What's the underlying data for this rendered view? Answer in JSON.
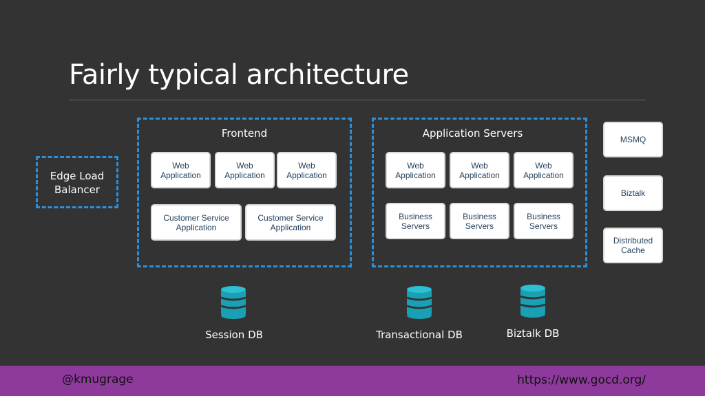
{
  "title": "Fairly typical architecture",
  "edge": {
    "label": "Edge Load\nBalancer"
  },
  "frontend": {
    "label": "Frontend",
    "web_apps": [
      "Web\nApplication",
      "Web\nApplication",
      "Web\nApplication"
    ],
    "customer_apps": [
      "Customer Service\nApplication",
      "Customer Service\nApplication"
    ]
  },
  "app_servers": {
    "label": "Application Servers",
    "web_apps": [
      "Web\nApplication",
      "Web\nApplication",
      "Web\nApplication"
    ],
    "business_servers": [
      "Business\nServers",
      "Business\nServers",
      "Business\nServers"
    ]
  },
  "side_services": [
    "MSMQ",
    "Biztalk",
    "Distributed\nCache"
  ],
  "databases": [
    "Session DB",
    "Transactional DB",
    "Biztalk DB"
  ],
  "footer": {
    "left": "@kmugrage",
    "right": "https://www.gocd.org/"
  },
  "colors": {
    "background": "#333333",
    "dashed": "#2f8fd8",
    "db": "#1aa0b4",
    "footer": "#8e3a9c"
  }
}
